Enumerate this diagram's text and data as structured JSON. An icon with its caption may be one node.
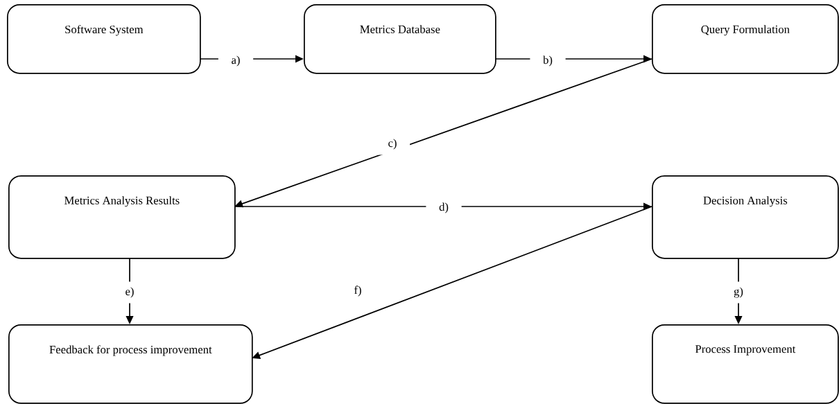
{
  "diagram": {
    "nodes": [
      {
        "text": [
          "Software System"
        ]
      },
      {
        "text": [
          "Metrics Database"
        ]
      },
      {
        "text": [
          "Query Formulation"
        ]
      },
      {
        "text": [
          "Metrics Analysis Results"
        ]
      },
      {
        "text": [
          "Decision Analysis"
        ]
      },
      {
        "text": [
          "Feedback for process improvement"
        ]
      },
      {
        "text": [
          "Process Improvement"
        ]
      }
    ],
    "edges": [
      {
        "from": 0,
        "to": 1,
        "arrow": "to",
        "label": "a)"
      },
      {
        "from": 1,
        "to": 2,
        "arrow": "to",
        "label": "b)"
      },
      {
        "from": 2,
        "to": 3,
        "arrow": "to",
        "label": "c)"
      },
      {
        "from": 3,
        "to": 4,
        "arrow": "to",
        "label": "d)"
      },
      {
        "from": 3,
        "to": 5,
        "arrow": "to",
        "label": "e)"
      },
      {
        "from": 4,
        "to": 5,
        "arrow": "to",
        "label": "f)"
      },
      {
        "from": 4,
        "to": 6,
        "arrow": "to",
        "label": "g)"
      }
    ]
  }
}
